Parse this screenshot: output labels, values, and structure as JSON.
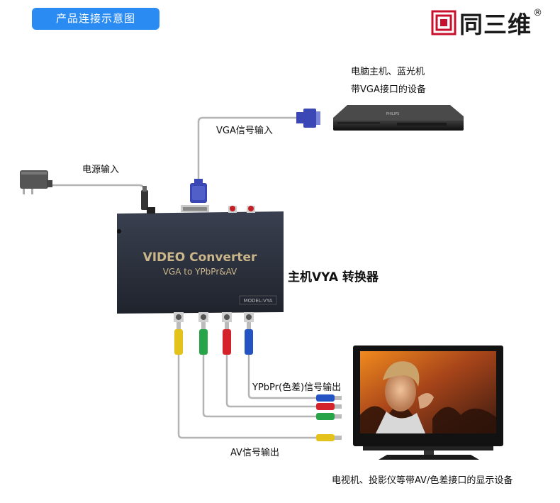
{
  "header": {
    "badge_label": "产品连接示意图",
    "brand_name": "同三维",
    "brand_mark": "®"
  },
  "labels": {
    "source_device_line1": "电脑主机、蓝光机",
    "source_device_line2": "带VGA接口的设备",
    "vga_input": "VGA信号输入",
    "power_input": "电源输入",
    "main_unit": "主机VYA 转换器",
    "ypbpr_output": "YPbPr(色差)信号输出",
    "av_output": "AV信号输出",
    "display_devices": "电视机、投影仪等带AV/色差接口的显示设备"
  },
  "converter": {
    "title": "VIDEO Converter",
    "subtitle": "VGA to YPbPr&AV",
    "model": "MODEL:VYA"
  },
  "player": {
    "brand": "PHILIPS"
  },
  "colors": {
    "badge_bg": "#2a8bf2",
    "brand_red": "#c8102e",
    "cable_gray": "#b4b4b4",
    "vga_blue": "#3b47b5",
    "rca_yellow": "#e2c21b",
    "rca_green": "#27a348",
    "rca_red": "#d3242b",
    "rca_blue": "#2454c4",
    "converter_body": "#2a2f3a"
  }
}
